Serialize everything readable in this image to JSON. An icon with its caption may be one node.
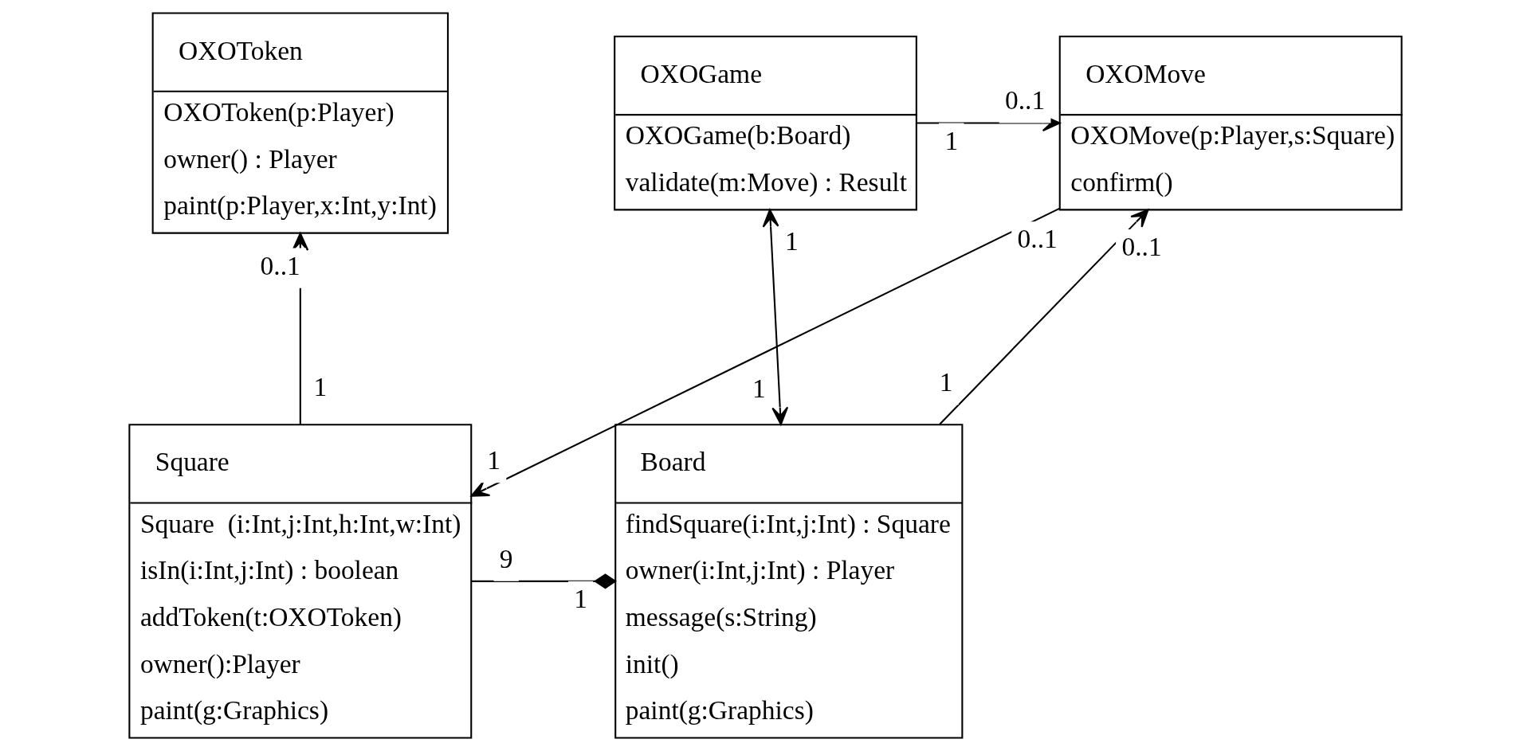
{
  "diagram": {
    "nodes": [
      {
        "text": [
          "OXOToken",
          "OXOToken(p:Player)",
          "owner() : Player",
          "paint(p:Player,x:Int,y:Int)"
        ]
      },
      {
        "text": [
          "OXOMove",
          "OXOMove(p:Player,s:Square)",
          "confirm()"
        ]
      },
      {
        "text": [
          "OXOGame",
          "OXOGame(b:Board)",
          "validate(m:Move) : Result"
        ]
      },
      {
        "text": [
          "Square",
          "Square  (i:Int,j:Int,h:Int,w:Int)",
          "isIn(i:Int,j:Int) : boolean",
          "addToken(t:OXOToken)",
          "owner():Player",
          "paint(g:Graphics)"
        ]
      },
      {
        "text": [
          "Board",
          "findSquare(i:Int,j:Int) : Square",
          "owner(i:Int,j:Int) : Player",
          "message(s:String)",
          "init()",
          "paint(g:Graphics)"
        ]
      }
    ],
    "edges": [
      {
        "from": 3,
        "to": 0,
        "arrow": "to"
      },
      {
        "from": 1,
        "to": 3,
        "arrow": "to"
      },
      {
        "from": 2,
        "to": 1,
        "arrow": "to"
      },
      {
        "from": 4,
        "to": 1,
        "arrow": "to"
      },
      {
        "from": 4,
        "to": 2,
        "arrow": "both"
      },
      {
        "from": 3,
        "to": 4,
        "arrow": "other"
      }
    ],
    "labels": [
      "0..1",
      "0..1",
      "1",
      "0..1",
      "0..1",
      "1",
      "1",
      "1",
      "1",
      "9",
      "1",
      "1"
    ]
  }
}
